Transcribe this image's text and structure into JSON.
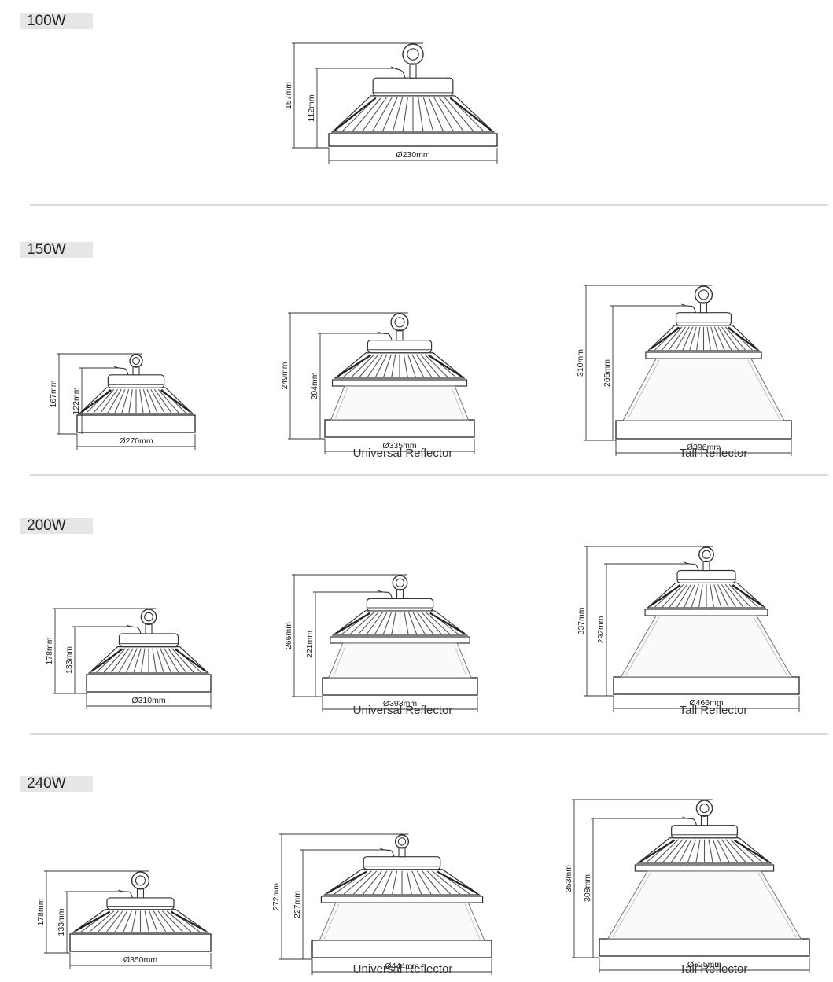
{
  "sections": [
    {
      "title": "100W",
      "variants": [
        {
          "diameter": "Ø230mm",
          "height_total": "157mm",
          "height_body": "112mm",
          "caption": ""
        }
      ]
    },
    {
      "title": "150W",
      "variants": [
        {
          "diameter": "Ø270mm",
          "height_total": "167mm",
          "height_body": "122mm",
          "caption": ""
        },
        {
          "diameter": "Ø335mm",
          "height_total": "249mm",
          "height_body": "204mm",
          "caption": "Universal Reflector"
        },
        {
          "diameter": "Ø396mm",
          "height_total": "310mm",
          "height_body": "265mm",
          "caption": "Tall Reflector"
        }
      ]
    },
    {
      "title": "200W",
      "variants": [
        {
          "diameter": "Ø310mm",
          "height_total": "178mm",
          "height_body": "133mm",
          "caption": ""
        },
        {
          "diameter": "Ø393mm",
          "height_total": "266mm",
          "height_body": "221mm",
          "caption": "Universal Reflector"
        },
        {
          "diameter": "Ø466mm",
          "height_total": "337mm",
          "height_body": "292mm",
          "caption": "Tall Reflector"
        }
      ]
    },
    {
      "title": "240W",
      "variants": [
        {
          "diameter": "Ø350mm",
          "height_total": "178mm",
          "height_body": "133mm",
          "caption": ""
        },
        {
          "diameter": "Ø444mm",
          "height_total": "272mm",
          "height_body": "227mm",
          "caption": "Universal Reflector"
        },
        {
          "diameter": "Ø525mm",
          "height_total": "353mm",
          "height_body": "308mm",
          "caption": "Tall Reflector"
        }
      ]
    }
  ],
  "colors": {
    "line": "#333333",
    "tag_bg": "#e6e6e6",
    "divider": "#d9d9d9"
  }
}
